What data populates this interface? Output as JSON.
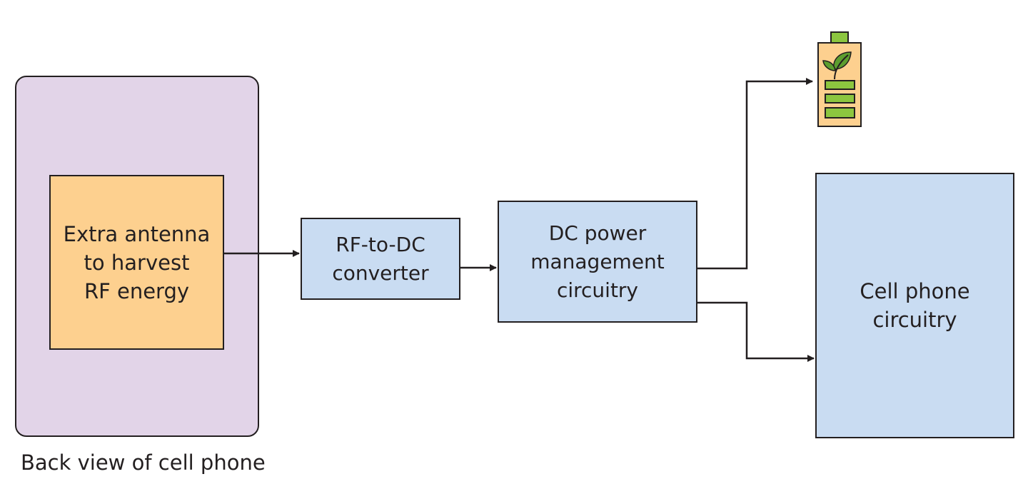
{
  "diagram": {
    "phone_caption": "Back view of cell phone",
    "nodes": {
      "antenna": "Extra antenna\nto harvest\nRF energy",
      "rf_to_dc": "RF-to-DC\nconverter",
      "dc_power": "DC power\nmanagement\ncircuitry",
      "cell_circuitry": "Cell phone\ncircuitry"
    },
    "icons": {
      "battery": "battery-with-leaf-icon"
    },
    "colors": {
      "phone_back": "#e2d4e8",
      "antenna_fill": "#fdd08f",
      "block_fill": "#c9dcf2",
      "battery_fill": "#fdd08f",
      "battery_bars": "#8cc63f",
      "leaf": "#5c9e2f",
      "line": "#231f20"
    }
  }
}
